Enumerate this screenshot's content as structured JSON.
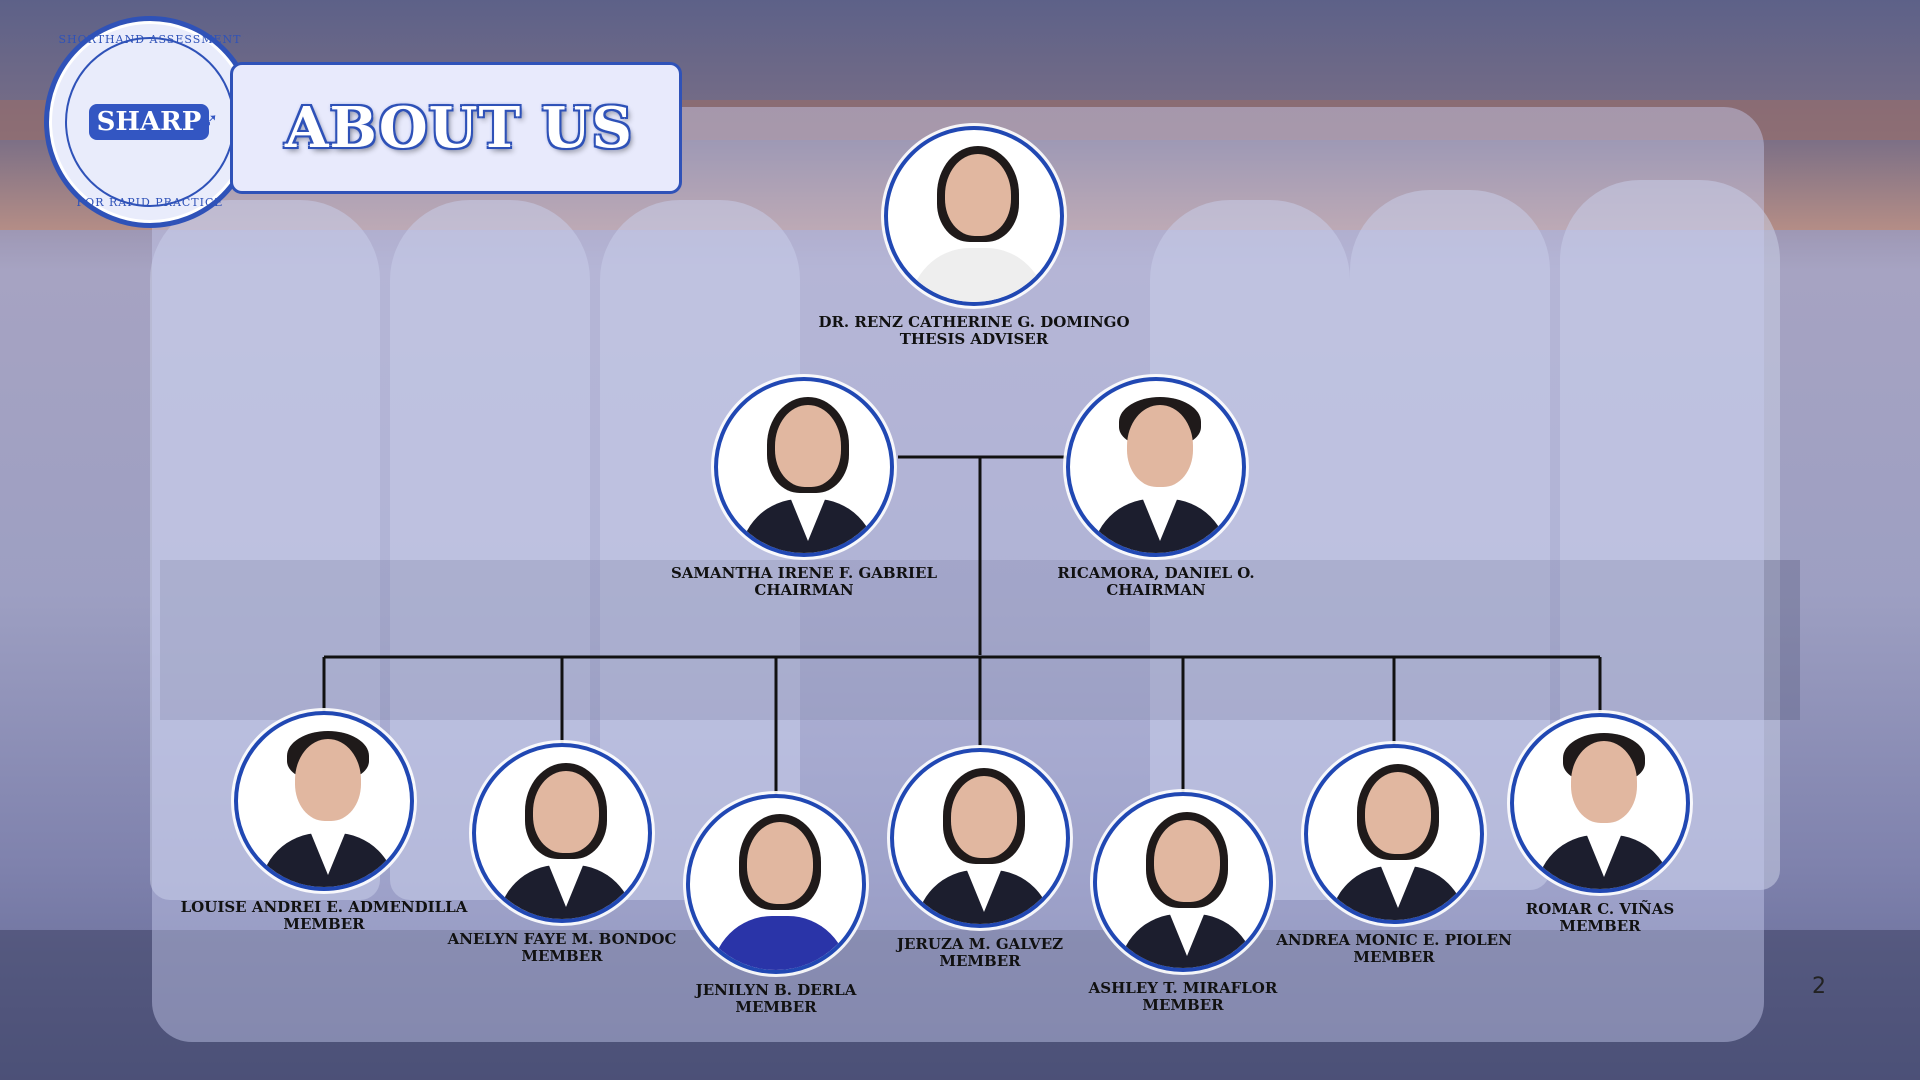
{
  "slide": {
    "title": "ABOUT US",
    "page_number": "2"
  },
  "logo": {
    "badge": "SHARP",
    "top_text": "SHORTHAND ASSESSMENT",
    "bottom_text": "FOR RAPID PRACTICE"
  },
  "adviser": {
    "name": "DR. RENZ CATHERINE G. DOMINGO",
    "role": "THESIS ADVISER"
  },
  "chairmen": [
    {
      "name": "SAMANTHA IRENE F. GABRIEL",
      "role": "CHAIRMAN"
    },
    {
      "name": "RICAMORA, DANIEL O.",
      "role": "CHAIRMAN"
    }
  ],
  "members": [
    {
      "name": "LOUISE ANDREI E. ADMENDILLA",
      "role": "MEMBER"
    },
    {
      "name": "ANELYN FAYE M. BONDOC",
      "role": "MEMBER"
    },
    {
      "name": "JENILYN B. DERLA",
      "role": "MEMBER"
    },
    {
      "name": "JERUZA M. GALVEZ",
      "role": "MEMBER"
    },
    {
      "name": "ASHLEY T. MIRAFLOR",
      "role": "MEMBER"
    },
    {
      "name": "ANDREA MONIC E. PIOLEN",
      "role": "MEMBER"
    },
    {
      "name": "ROMAR C. VIÑAS",
      "role": "MEMBER"
    }
  ],
  "colors": {
    "accent": "#2148b3",
    "panel": "#c8cdf0"
  }
}
